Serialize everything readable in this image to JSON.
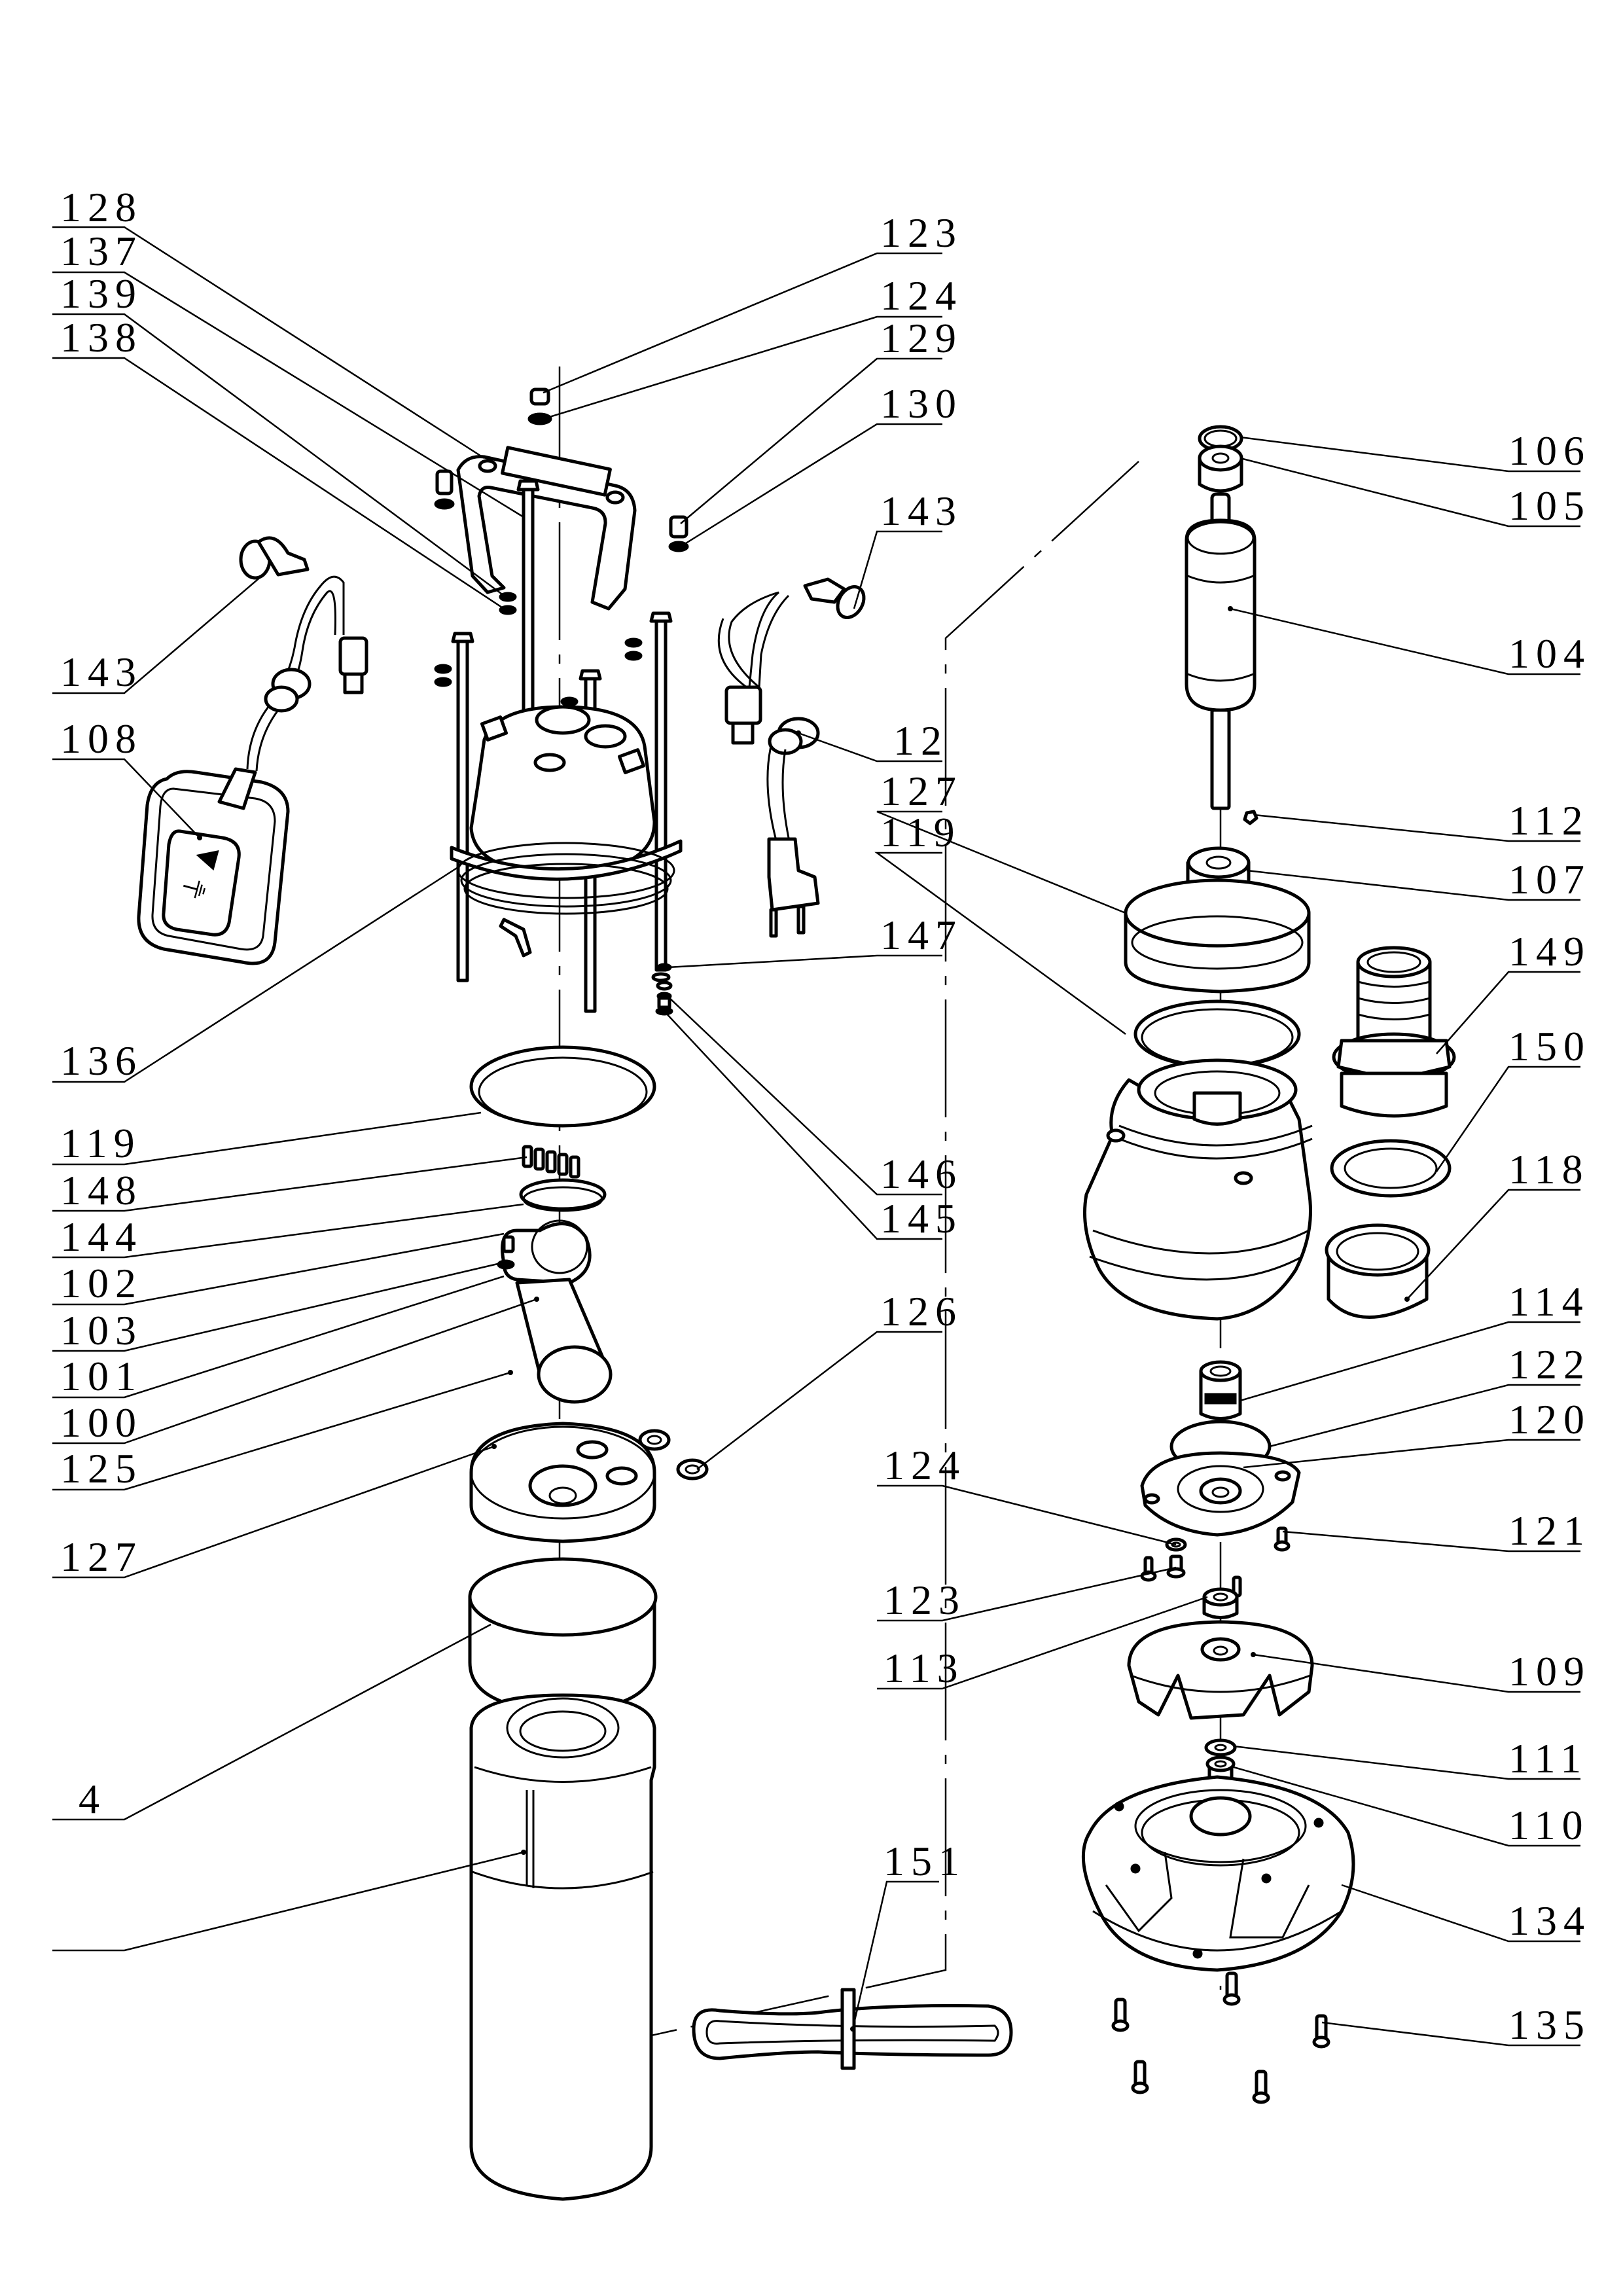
{
  "title": "Submersible pump exploded view",
  "labels": {
    "left": [
      {
        "id": "L128",
        "text": "128"
      },
      {
        "id": "L137",
        "text": "137"
      },
      {
        "id": "L139",
        "text": "139"
      },
      {
        "id": "L138",
        "text": "138"
      },
      {
        "id": "L143a",
        "text": "143"
      },
      {
        "id": "L108",
        "text": "108"
      },
      {
        "id": "L136",
        "text": "136"
      },
      {
        "id": "L119a",
        "text": "119"
      },
      {
        "id": "L148",
        "text": "148"
      },
      {
        "id": "L144",
        "text": "144"
      },
      {
        "id": "L102",
        "text": "102"
      },
      {
        "id": "L103",
        "text": "103"
      },
      {
        "id": "L101",
        "text": "101"
      },
      {
        "id": "L100",
        "text": "100"
      },
      {
        "id": "L125",
        "text": "125"
      },
      {
        "id": "L127a",
        "text": "127"
      },
      {
        "id": "L4",
        "text": "4"
      }
    ],
    "center": [
      {
        "id": "L123a",
        "text": "123"
      },
      {
        "id": "L124a",
        "text": "124"
      },
      {
        "id": "L129",
        "text": "129"
      },
      {
        "id": "L130",
        "text": "130"
      },
      {
        "id": "L143b",
        "text": "143"
      },
      {
        "id": "L12",
        "text": "12"
      },
      {
        "id": "L127b",
        "text": "127"
      },
      {
        "id": "L119b",
        "text": "119"
      },
      {
        "id": "L147",
        "text": "147"
      },
      {
        "id": "L146",
        "text": "146"
      },
      {
        "id": "L145",
        "text": "145"
      },
      {
        "id": "L126",
        "text": "126"
      },
      {
        "id": "L124b",
        "text": "124"
      },
      {
        "id": "L123b",
        "text": "123"
      },
      {
        "id": "L113",
        "text": "113"
      },
      {
        "id": "L151",
        "text": "151"
      }
    ],
    "right": [
      {
        "id": "L106",
        "text": "106"
      },
      {
        "id": "L105",
        "text": "105"
      },
      {
        "id": "L104",
        "text": "104"
      },
      {
        "id": "L112",
        "text": "112"
      },
      {
        "id": "L107",
        "text": "107"
      },
      {
        "id": "L149",
        "text": "149"
      },
      {
        "id": "L150",
        "text": "150"
      },
      {
        "id": "L118",
        "text": "118"
      },
      {
        "id": "L114",
        "text": "114"
      },
      {
        "id": "L122",
        "text": "122"
      },
      {
        "id": "L120",
        "text": "120"
      },
      {
        "id": "L121",
        "text": "121"
      },
      {
        "id": "L109",
        "text": "109"
      },
      {
        "id": "L111",
        "text": "111"
      },
      {
        "id": "L110",
        "text": "110"
      },
      {
        "id": "L134",
        "text": "134"
      },
      {
        "id": "L135",
        "text": "135"
      }
    ]
  },
  "parts": {
    "handle": "Carrying handle",
    "float_switch": "Float switch",
    "power_cable": "Power cable with plug",
    "motor_top_cover": "Motor top cover",
    "rotor_shaft": "Rotor with shaft",
    "stator_housing": "Motor housing",
    "pump_body": "Pump body with outlet",
    "hose_connector": "Hose connector",
    "impeller": "Impeller",
    "base": "Base / inlet strainer",
    "cable_tie": "Cable strap"
  }
}
